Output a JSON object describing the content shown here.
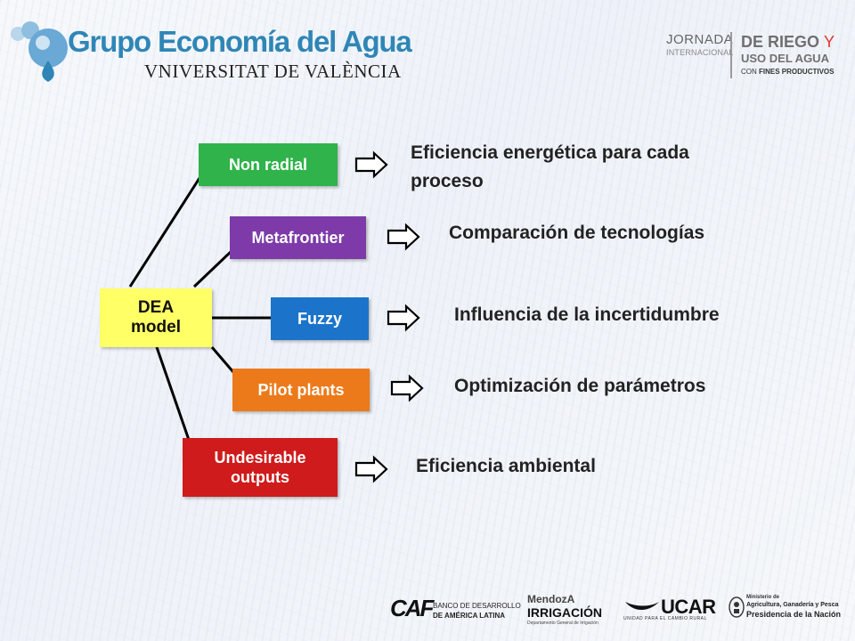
{
  "header": {
    "logo_title": "Grupo Economía del Agua",
    "logo_subtitle": "VNIVERSITAT DE VALÈNCIA",
    "jornada_line1": "JORNADA",
    "jornada_line2": "INTERNACIONAL",
    "riego_line1": "DE RIEGO",
    "riego_y": "Y",
    "riego_line2": "USO DEL AGUA",
    "riego_line3_prefix": "CON",
    "riego_line3_bold": "FINES PRODUCTIVOS"
  },
  "diagram": {
    "center": "DEA\nmodel",
    "branches": [
      {
        "label": "Non radial",
        "color": "#2fb34a",
        "description": "Eficiencia energética para cada proceso"
      },
      {
        "label": "Metafrontier",
        "color": "#7d3aa8",
        "description": "Comparación de tecnologías"
      },
      {
        "label": "Fuzzy",
        "color": "#1b74c9",
        "description": "Influencia de la incertidumbre"
      },
      {
        "label": "Pilot plants",
        "color": "#ec7a1b",
        "description": "Optimización de parámetros"
      },
      {
        "label": "Undesirable\noutputs",
        "color": "#cf1b1b",
        "description": "Eficiencia ambiental"
      }
    ],
    "center_color": "#ffff66"
  },
  "footer": {
    "caf_mark": "CAF",
    "caf_line1": "BANCO DE DESARROLLO",
    "caf_line2": "DE AMÉRICA LATINA",
    "mendoza_line1": "MendozA",
    "mendoza_line2": "IRRIGACIÓN",
    "mendoza_line3": "Departamento General de Irrigación",
    "ucar_mark": "UCAR",
    "ucar_sub": "UNIDAD PARA EL CAMBIO RURAL",
    "ministerio_line1": "Ministerio de",
    "ministerio_line2": "Agricultura, Ganadería y Pesca",
    "ministerio_line3": "Presidencia de la Nación"
  }
}
